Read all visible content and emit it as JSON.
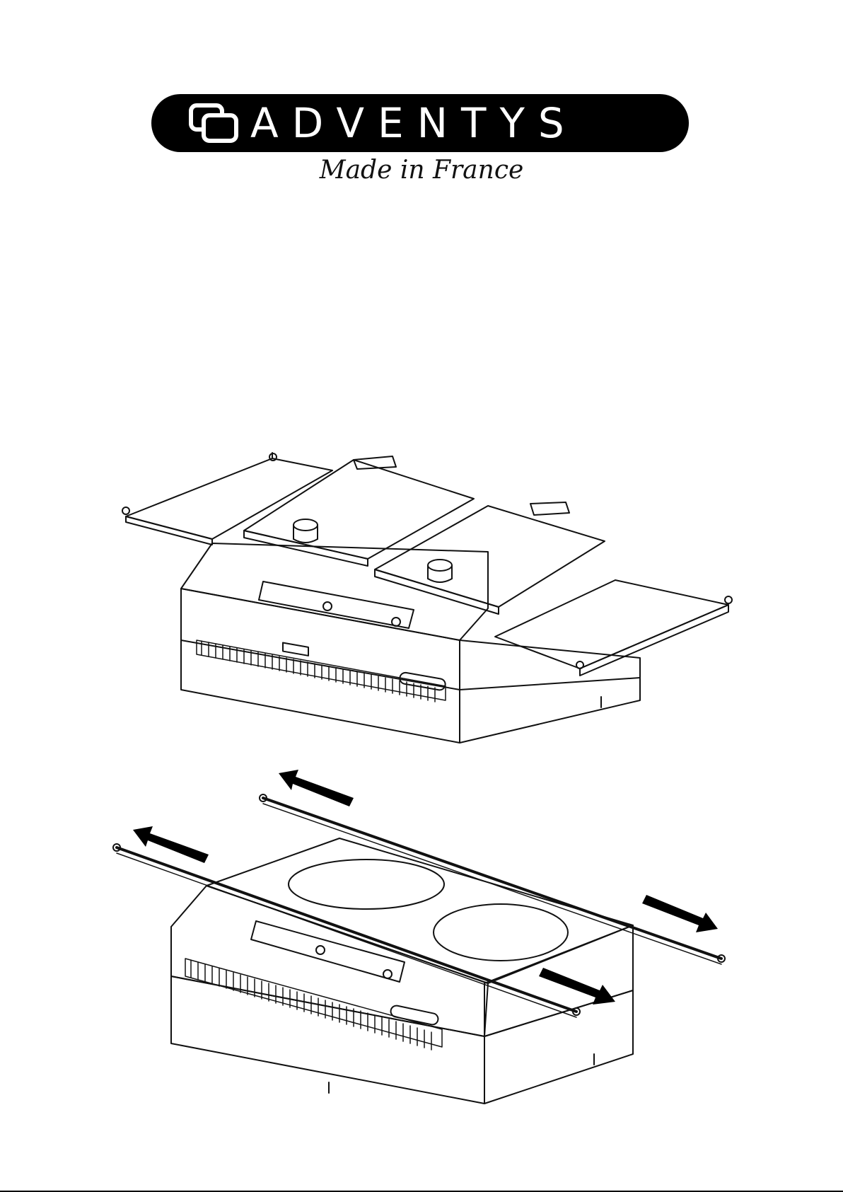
{
  "brand": {
    "wordmark": "ADVENTYS",
    "tagline": "Made in France",
    "icon": "stacked-squares-logo-icon"
  },
  "illustrations": [
    {
      "icon": "double-griddle-with-lids-illustration"
    },
    {
      "icon": "double-induction-hob-with-sliding-shelves-illustration"
    }
  ],
  "colors": {
    "ink": "#000000",
    "paper": "#ffffff"
  }
}
